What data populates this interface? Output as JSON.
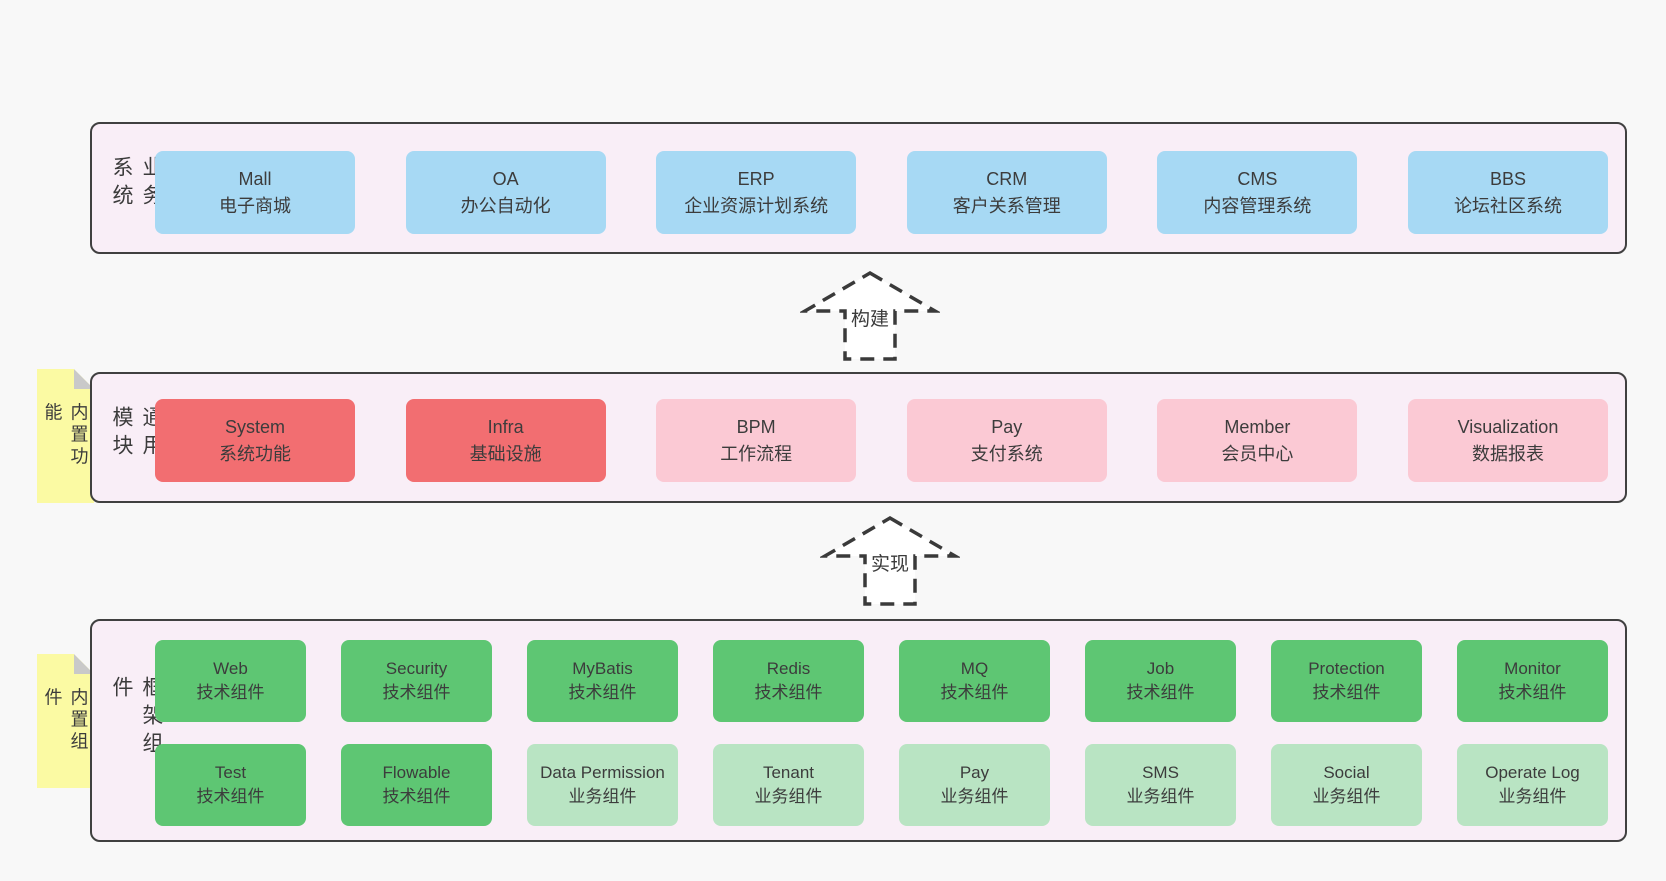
{
  "colors": {
    "page_bg": "#f8f8f8",
    "band_bg": "#f9eef7",
    "band_border": "#404040",
    "blue_box": "#a7d9f4",
    "red_box": "#f26e71",
    "pink_box": "#fbc9d4",
    "green_box": "#5ec673",
    "light_green_box": "#b9e4c3",
    "sticky_tab": "#fbfaa3",
    "tab_fold": "#c9c9c9",
    "text": "#3b3b3b"
  },
  "arrows": [
    {
      "label": "构建"
    },
    {
      "label": "实现"
    }
  ],
  "bands": [
    {
      "label": "业务系统",
      "boxes": [
        {
          "name": "Mall",
          "desc": "电子商城"
        },
        {
          "name": "OA",
          "desc": "办公自动化"
        },
        {
          "name": "ERP",
          "desc": "企业资源计划系统"
        },
        {
          "name": "CRM",
          "desc": "客户关系管理"
        },
        {
          "name": "CMS",
          "desc": "内容管理系统"
        },
        {
          "name": "BBS",
          "desc": "论坛社区系统"
        }
      ]
    },
    {
      "label": "通用模块",
      "tab": "内置功能",
      "boxes": [
        {
          "name": "System",
          "desc": "系统功能"
        },
        {
          "name": "Infra",
          "desc": "基础设施"
        },
        {
          "name": "BPM",
          "desc": "工作流程"
        },
        {
          "name": "Pay",
          "desc": "支付系统"
        },
        {
          "name": "Member",
          "desc": "会员中心"
        },
        {
          "name": "Visualization",
          "desc": "数据报表"
        }
      ]
    },
    {
      "label": "框架组件",
      "tab": "内置组件",
      "rows": [
        [
          {
            "name": "Web",
            "desc": "技术组件"
          },
          {
            "name": "Security",
            "desc": "技术组件"
          },
          {
            "name": "MyBatis",
            "desc": "技术组件"
          },
          {
            "name": "Redis",
            "desc": "技术组件"
          },
          {
            "name": "MQ",
            "desc": "技术组件"
          },
          {
            "name": "Job",
            "desc": "技术组件"
          },
          {
            "name": "Protection",
            "desc": "技术组件"
          },
          {
            "name": "Monitor",
            "desc": "技术组件"
          }
        ],
        [
          {
            "name": "Test",
            "desc": "技术组件"
          },
          {
            "name": "Flowable",
            "desc": "技术组件"
          },
          {
            "name": "Data Permission",
            "desc": "业务组件"
          },
          {
            "name": "Tenant",
            "desc": "业务组件"
          },
          {
            "name": "Pay",
            "desc": "业务组件"
          },
          {
            "name": "SMS",
            "desc": "业务组件"
          },
          {
            "name": "Social",
            "desc": "业务组件"
          },
          {
            "name": "Operate Log",
            "desc": "业务组件"
          }
        ]
      ]
    }
  ]
}
